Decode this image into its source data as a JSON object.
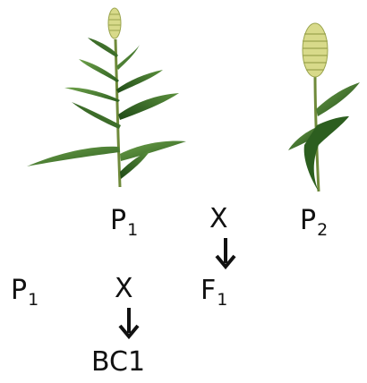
{
  "cross": {
    "parent1_label": "P",
    "parent1_sub": "1",
    "parent2_label": "P",
    "parent2_sub": "2",
    "cross_symbol_top": "X",
    "f1_label": "F",
    "f1_sub": "1",
    "backcross_parent_label": "P",
    "backcross_parent_sub": "1",
    "cross_symbol_bottom": "X",
    "result_label": "BC1"
  },
  "icons": {
    "parent1": "tall-millet-plant-icon",
    "parent2": "short-millet-plant-icon",
    "arrows": "down-arrow-icon"
  },
  "colors": {
    "leaf_dark": "#1f4a17",
    "leaf_mid": "#3f7a2c",
    "leaf_light": "#6ea14a",
    "panicle": "#d8da8a",
    "panicle_shadow": "#9aa44e",
    "text": "#111111"
  }
}
